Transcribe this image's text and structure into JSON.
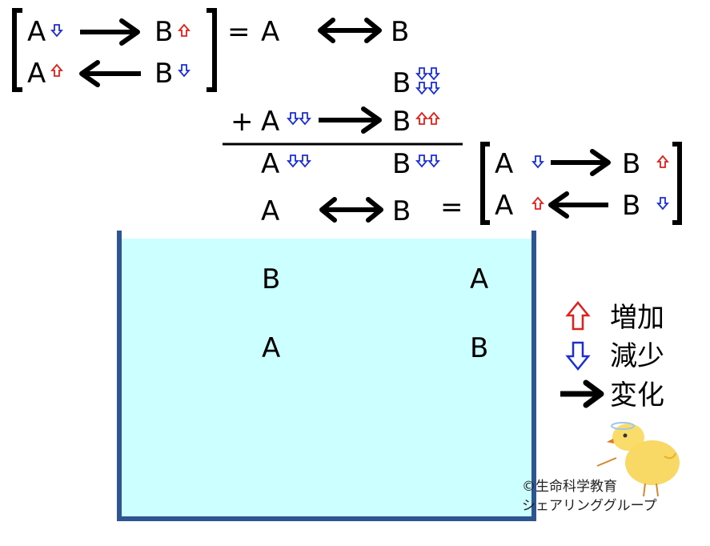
{
  "colors": {
    "increase": "#e0201b",
    "decrease": "#1a2fd6",
    "tank_fill": "#ccffff",
    "tank_border": "#2f5591"
  },
  "eq1": {
    "a_top": "A",
    "b_top": "B",
    "a_bottom": "A",
    "b_bottom": "B",
    "equals": "=",
    "result_a": "A",
    "result_b": "B"
  },
  "eq2": {
    "b_extra": "B",
    "plus": "+",
    "a_sum": "A",
    "b_sum": "B",
    "a_result": "A",
    "b_result": "B",
    "a_final": "A",
    "b_final": "B",
    "equals": "=",
    "m_a_top": "A",
    "m_b_top": "B",
    "m_a_bottom": "A",
    "m_b_bottom": "B"
  },
  "tank": {
    "left_b": "B",
    "left_a": "A",
    "right_a": "A",
    "right_b": "B"
  },
  "legend": {
    "increase": "増加",
    "decrease": "減少",
    "change": "変化"
  },
  "credit": {
    "line1": "©生命科学教育",
    "line2": "シェアリンググループ"
  },
  "icons": [
    "up-arrow-icon",
    "down-arrow-icon",
    "reaction-arrow-icon",
    "chick-icon"
  ]
}
